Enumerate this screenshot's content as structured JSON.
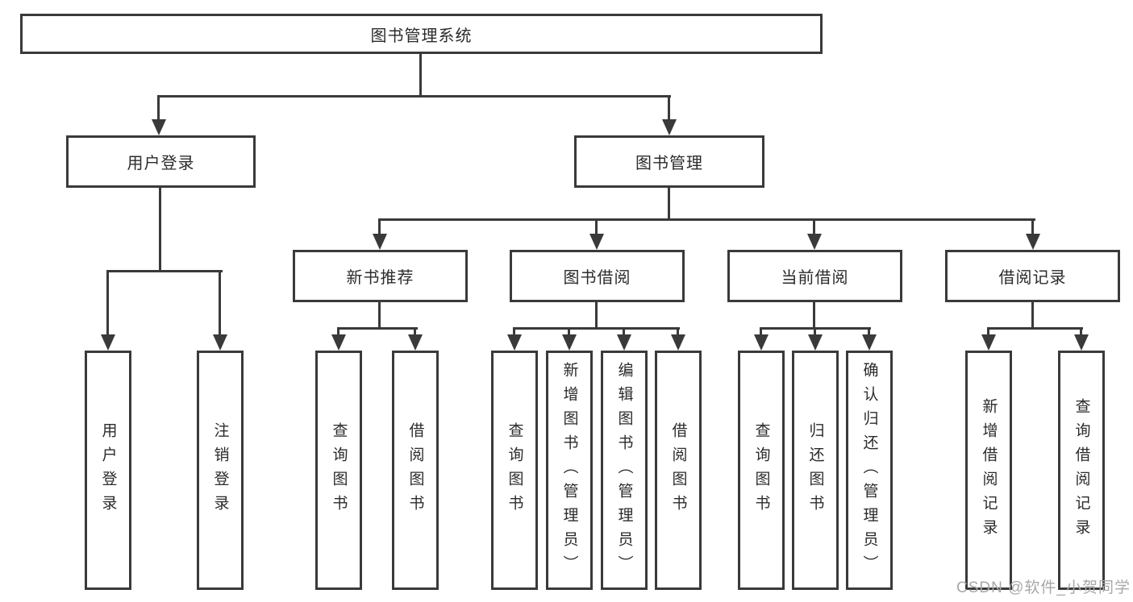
{
  "diagram": {
    "tree": {
      "label": "图书管理系统",
      "children": [
        {
          "label": "用户登录",
          "children": [
            {
              "label": "用户登录"
            },
            {
              "label": "注销登录"
            }
          ]
        },
        {
          "label": "图书管理",
          "children": [
            {
              "label": "新书推荐",
              "children": [
                {
                  "label": "查询图书"
                },
                {
                  "label": "借阅图书"
                }
              ]
            },
            {
              "label": "图书借阅",
              "children": [
                {
                  "label": "查询图书"
                },
                {
                  "label": "新增图书（管理员）"
                },
                {
                  "label": "编辑图书（管理员）"
                },
                {
                  "label": "借阅图书"
                }
              ]
            },
            {
              "label": "当前借阅",
              "children": [
                {
                  "label": "查询图书"
                },
                {
                  "label": "归还图书"
                },
                {
                  "label": "确认归还（管理员）"
                }
              ]
            },
            {
              "label": "借阅记录",
              "children": [
                {
                  "label": "新增借阅记录"
                },
                {
                  "label": "查询借阅记录"
                }
              ]
            }
          ]
        }
      ]
    },
    "watermark": {
      "text": "CSDN @软件_小贺同学"
    },
    "colors": {
      "line": "#3a3a3a",
      "box_border": "#3a3a3a",
      "text": "#2b2b2b",
      "watermark": "#a8a8a8",
      "background": "#ffffff"
    }
  }
}
